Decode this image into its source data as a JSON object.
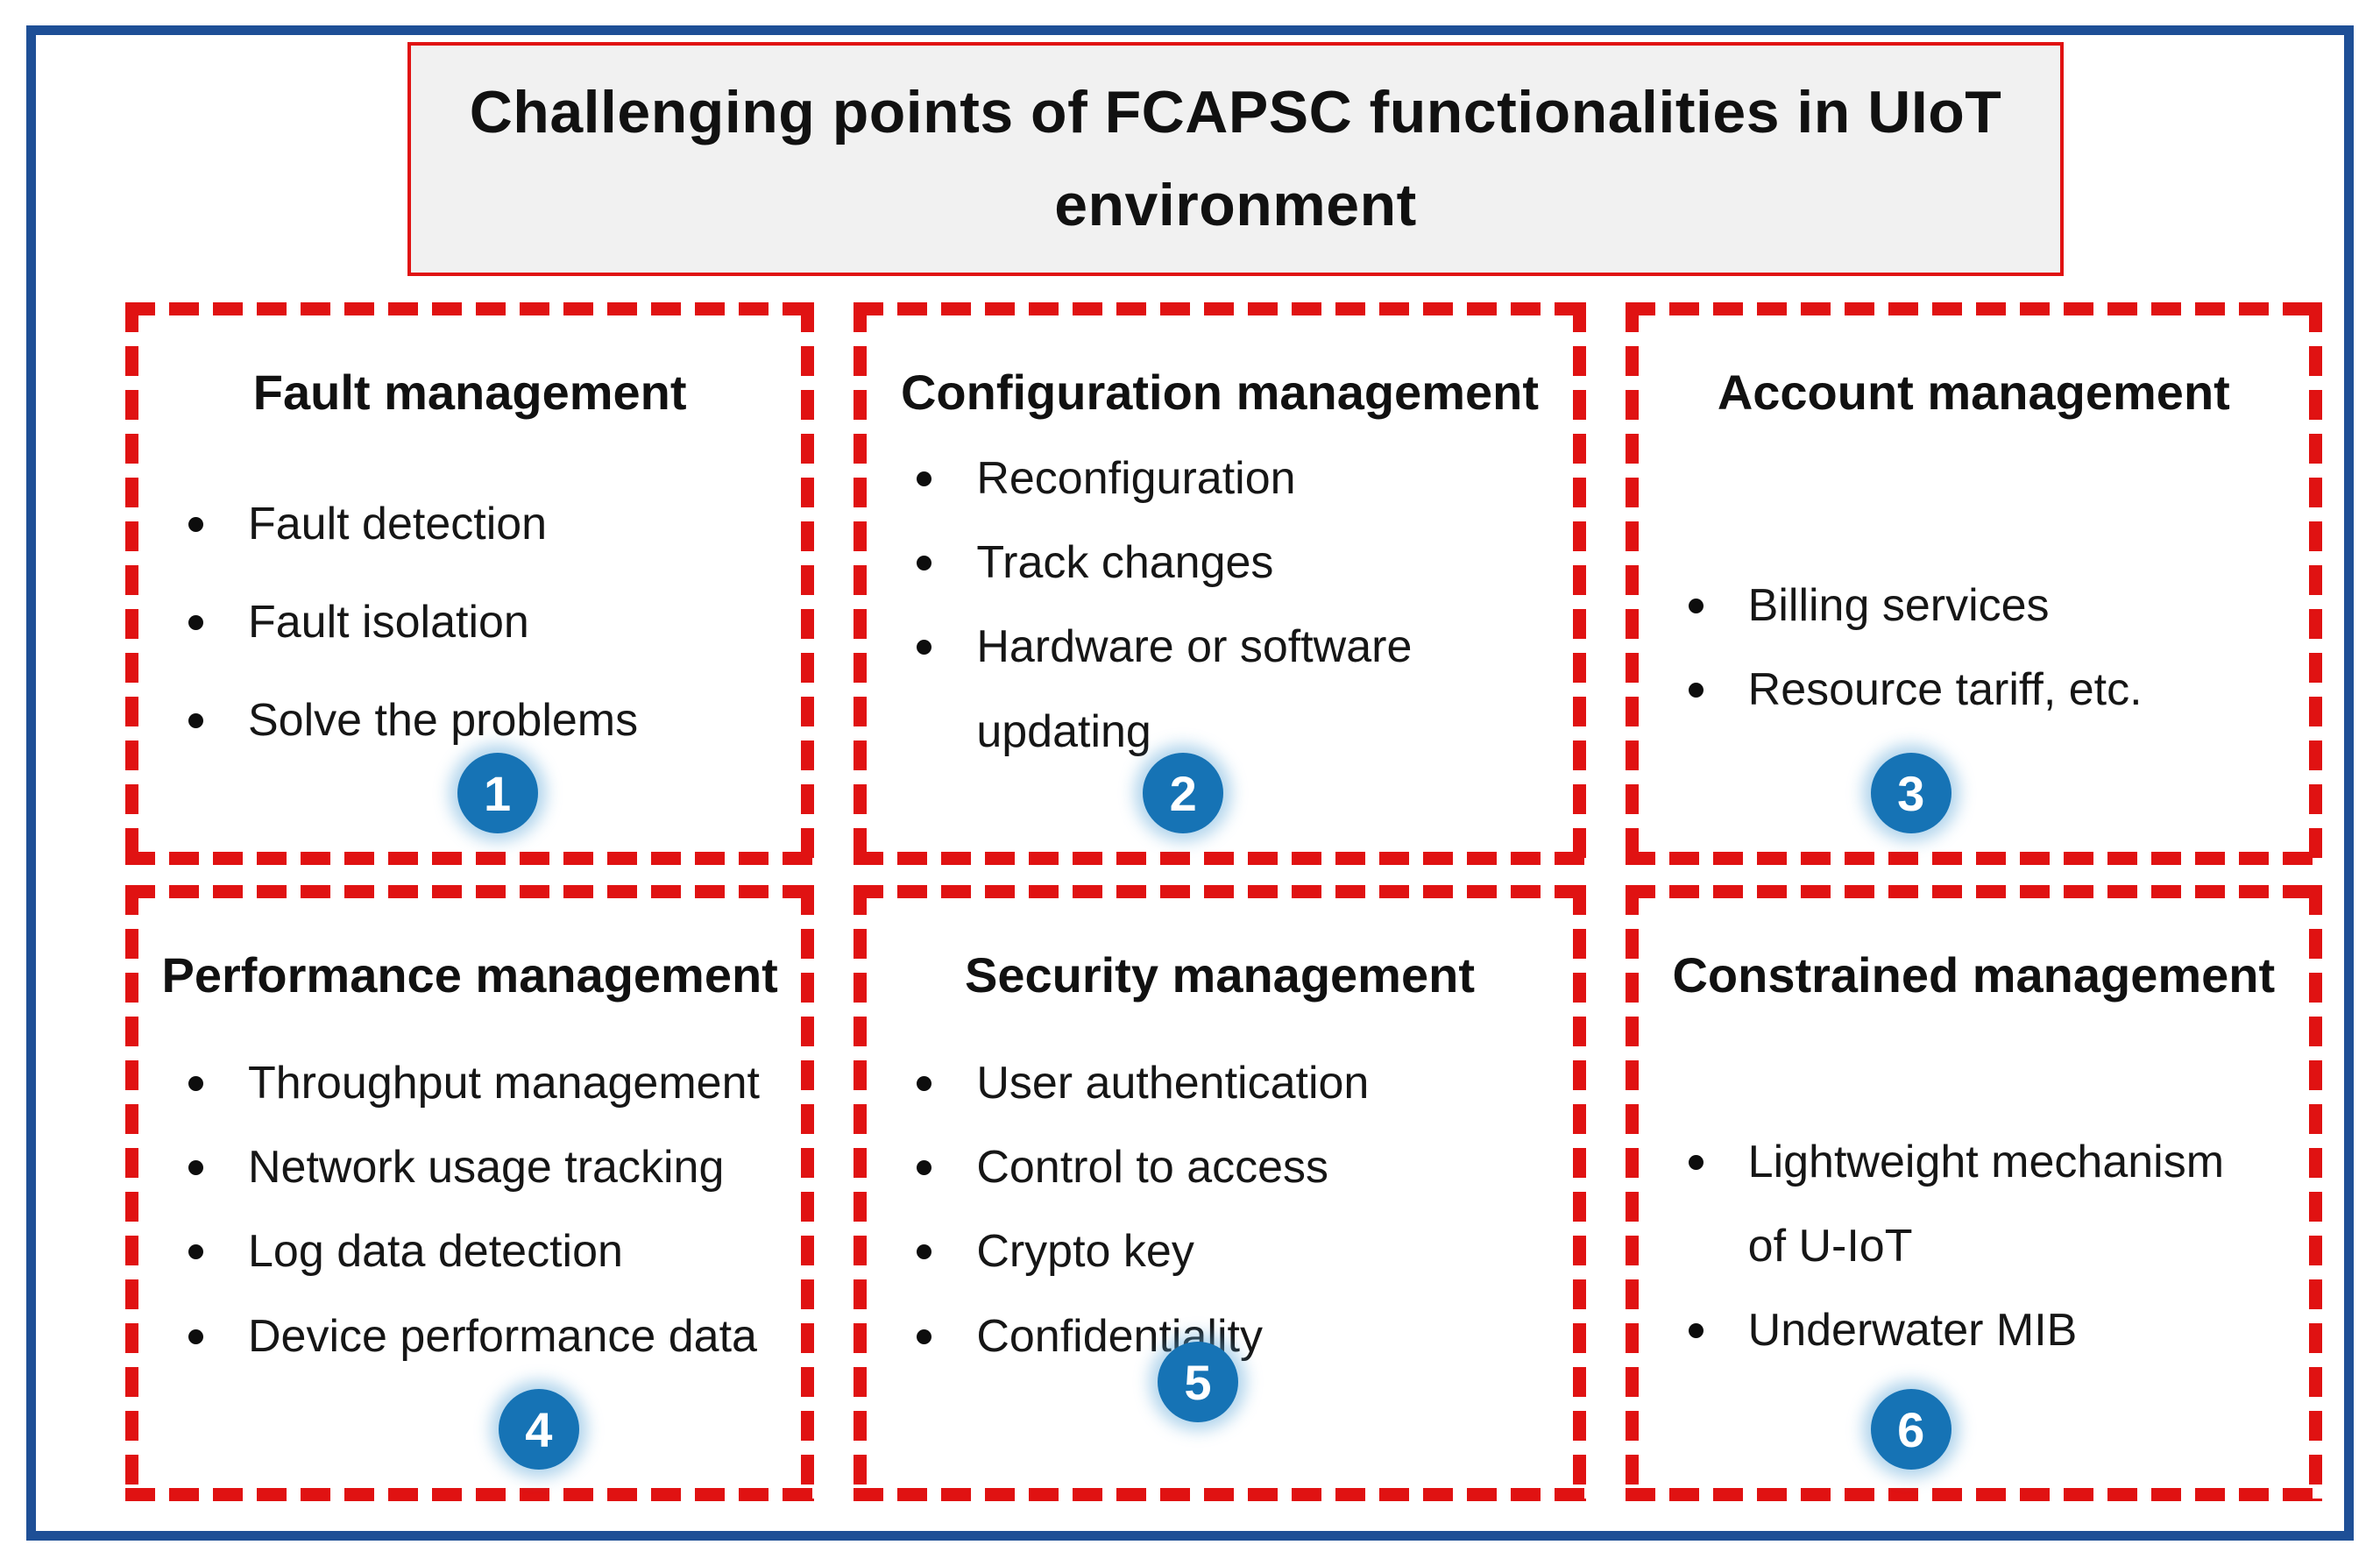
{
  "diagram": {
    "title": "Challenging points of FCAPSC functionalities in UIoT environment"
  },
  "colors": {
    "frame-blue": "#1E4F96",
    "dash-red": "#E01212",
    "badge-blue": "#1673B5",
    "title-bg": "#F1F1F1",
    "text": "#111111"
  },
  "boxes": [
    {
      "title": "Fault management",
      "items": [
        "Fault detection",
        "Fault isolation",
        "Solve the problems"
      ],
      "badge": "1"
    },
    {
      "title": "Configuration management",
      "items": [
        "Reconfiguration",
        "Track changes",
        "Hardware or software updating"
      ],
      "badge": "2"
    },
    {
      "title": "Account management",
      "items": [
        "Billing services",
        "Resource tariff, etc."
      ],
      "badge": "3"
    },
    {
      "title": "Performance management",
      "items": [
        "Throughput management",
        "Network usage tracking",
        "Log data detection",
        "Device performance data"
      ],
      "badge": "4"
    },
    {
      "title": "Security management",
      "items": [
        "User authentication",
        "Control to access",
        "Crypto key",
        "Confidentiality"
      ],
      "badge": "5"
    },
    {
      "title": "Constrained management",
      "items": [
        "Lightweight mechanism of U-IoT",
        "Underwater MIB"
      ],
      "badge": "6"
    }
  ]
}
